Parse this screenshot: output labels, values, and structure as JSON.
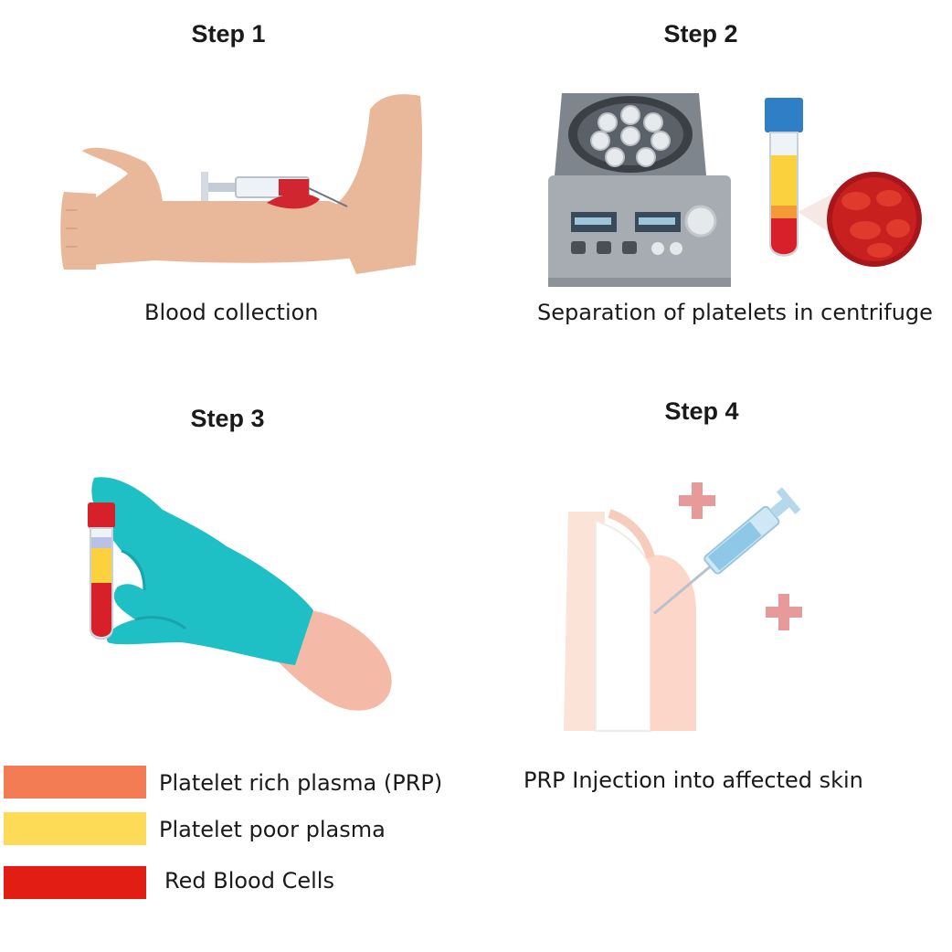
{
  "steps": [
    {
      "title": "Step 1",
      "caption": "Blood collection",
      "illustration": "arm-blood-draw-icon"
    },
    {
      "title": "Step 2",
      "caption": "Separation of platelets in centrifuge",
      "illustration": "centrifuge-icon"
    },
    {
      "title": "Step 3",
      "caption": "",
      "illustration": "gloved-hand-tube-icon"
    },
    {
      "title": "Step 4",
      "caption": "PRP Injection into affected skin",
      "illustration": "shoulder-injection-icon"
    }
  ],
  "legend": [
    {
      "label": "Platelet rich plasma (PRP)",
      "color": "#f47c55"
    },
    {
      "label": "Platelet poor plasma",
      "color": "#fedb57"
    },
    {
      "label": "Red Blood Cells",
      "color": "#e21e14"
    }
  ],
  "colors": {
    "skin": "#e9b79a",
    "glove": "#1fbfc6",
    "blood": "#d8202a",
    "centrifuge": "#9aa0a6",
    "cross": "#e79a9a"
  }
}
